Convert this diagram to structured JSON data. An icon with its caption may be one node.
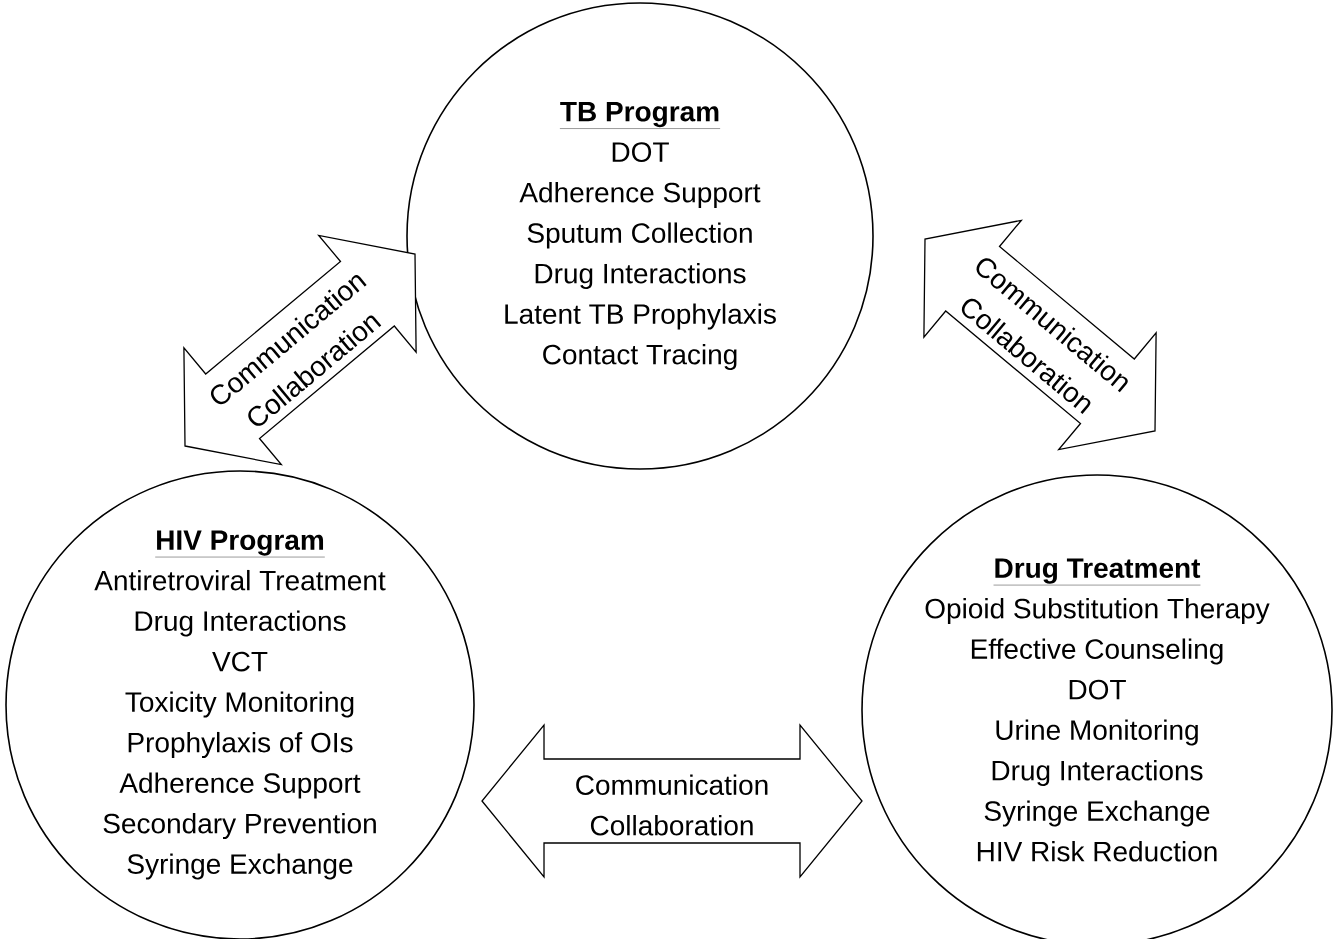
{
  "diagram": {
    "nodes": [
      {
        "text": [
          "TB Program",
          "DOT",
          "Adherence Support",
          "Sputum Collection",
          "Drug Interactions",
          "Latent TB Prophylaxis",
          "Contact Tracing"
        ]
      },
      {
        "text": [
          "HIV Program",
          "Antiretroviral Treatment",
          "Drug Interactions",
          "VCT",
          "Toxicity Monitoring",
          "Prophylaxis of OIs",
          "Adherence Support",
          "Secondary Prevention",
          "Syringe Exchange"
        ]
      },
      {
        "text": [
          "Drug Treatment",
          "Opioid Substitution Therapy",
          "Effective Counseling",
          "DOT",
          "Urine Monitoring",
          "Drug Interactions",
          "Syringe Exchange",
          "HIV Risk Reduction"
        ]
      }
    ],
    "edges": [
      {
        "from": 1,
        "to": 0,
        "arrow": "both",
        "label": "Communication Collaboration"
      },
      {
        "from": 0,
        "to": 2,
        "arrow": "both",
        "label": "Communication Collaboration"
      },
      {
        "from": 1,
        "to": 2,
        "arrow": "both",
        "label": "Communication Collaboration"
      }
    ]
  }
}
